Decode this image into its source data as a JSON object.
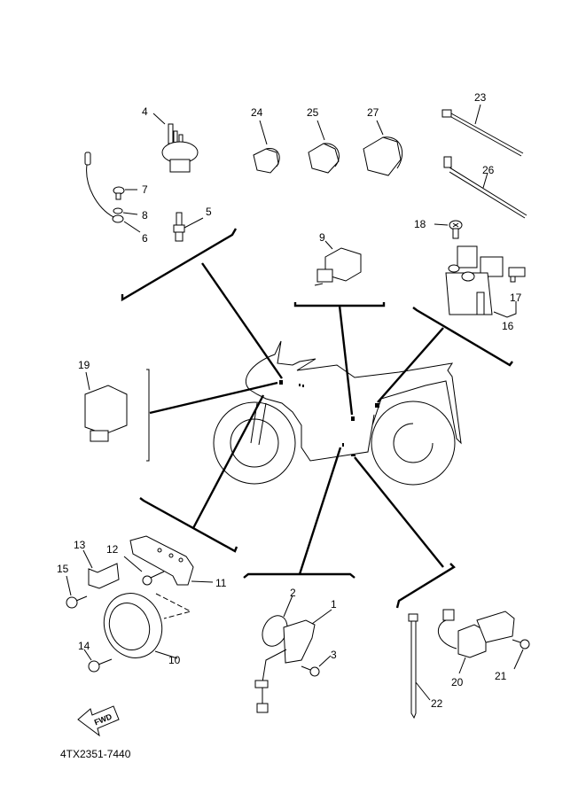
{
  "diagram": {
    "title_code": "4TX2351-7440",
    "forward_label": "FWD",
    "parts": [
      {
        "ref": "1",
        "name": "part-1-sensor"
      },
      {
        "ref": "2",
        "name": "part-2-o-ring"
      },
      {
        "ref": "3",
        "name": "part-3-screw"
      },
      {
        "ref": "4",
        "name": "part-4-switch"
      },
      {
        "ref": "5",
        "name": "part-5-sensor"
      },
      {
        "ref": "6",
        "name": "part-6-lead"
      },
      {
        "ref": "7",
        "name": "part-7-screw"
      },
      {
        "ref": "8",
        "name": "part-8-washer"
      },
      {
        "ref": "9",
        "name": "part-9-relay"
      },
      {
        "ref": "10",
        "name": "part-10-horn"
      },
      {
        "ref": "11",
        "name": "part-11-bracket"
      },
      {
        "ref": "12",
        "name": "part-12-bolt"
      },
      {
        "ref": "13",
        "name": "part-13-bracket"
      },
      {
        "ref": "14",
        "name": "part-14-bolt"
      },
      {
        "ref": "15",
        "name": "part-15-bolt"
      },
      {
        "ref": "16",
        "name": "part-16-starter-relay"
      },
      {
        "ref": "17",
        "name": "part-17-fuse"
      },
      {
        "ref": "18",
        "name": "part-18-screw"
      },
      {
        "ref": "19",
        "name": "part-19-relay"
      },
      {
        "ref": "20",
        "name": "part-20-sidestand-switch"
      },
      {
        "ref": "21",
        "name": "part-21-screw"
      },
      {
        "ref": "22",
        "name": "part-22-band"
      },
      {
        "ref": "23",
        "name": "part-23-band"
      },
      {
        "ref": "24",
        "name": "part-24-clamp"
      },
      {
        "ref": "25",
        "name": "part-25-clamp"
      },
      {
        "ref": "26",
        "name": "part-26-band"
      },
      {
        "ref": "27",
        "name": "part-27-clamp"
      }
    ]
  },
  "labels": {
    "l1": "1",
    "l2": "2",
    "l3": "3",
    "l4": "4",
    "l5": "5",
    "l6": "6",
    "l7": "7",
    "l8": "8",
    "l9": "9",
    "l10": "10",
    "l11": "11",
    "l12": "12",
    "l13": "13",
    "l14": "14",
    "l15": "15",
    "l16": "16",
    "l17": "17",
    "l18": "18",
    "l19": "19",
    "l20": "20",
    "l21": "21",
    "l22": "22",
    "l23": "23",
    "l24": "24",
    "l25": "25",
    "l26": "26",
    "l27": "27"
  }
}
